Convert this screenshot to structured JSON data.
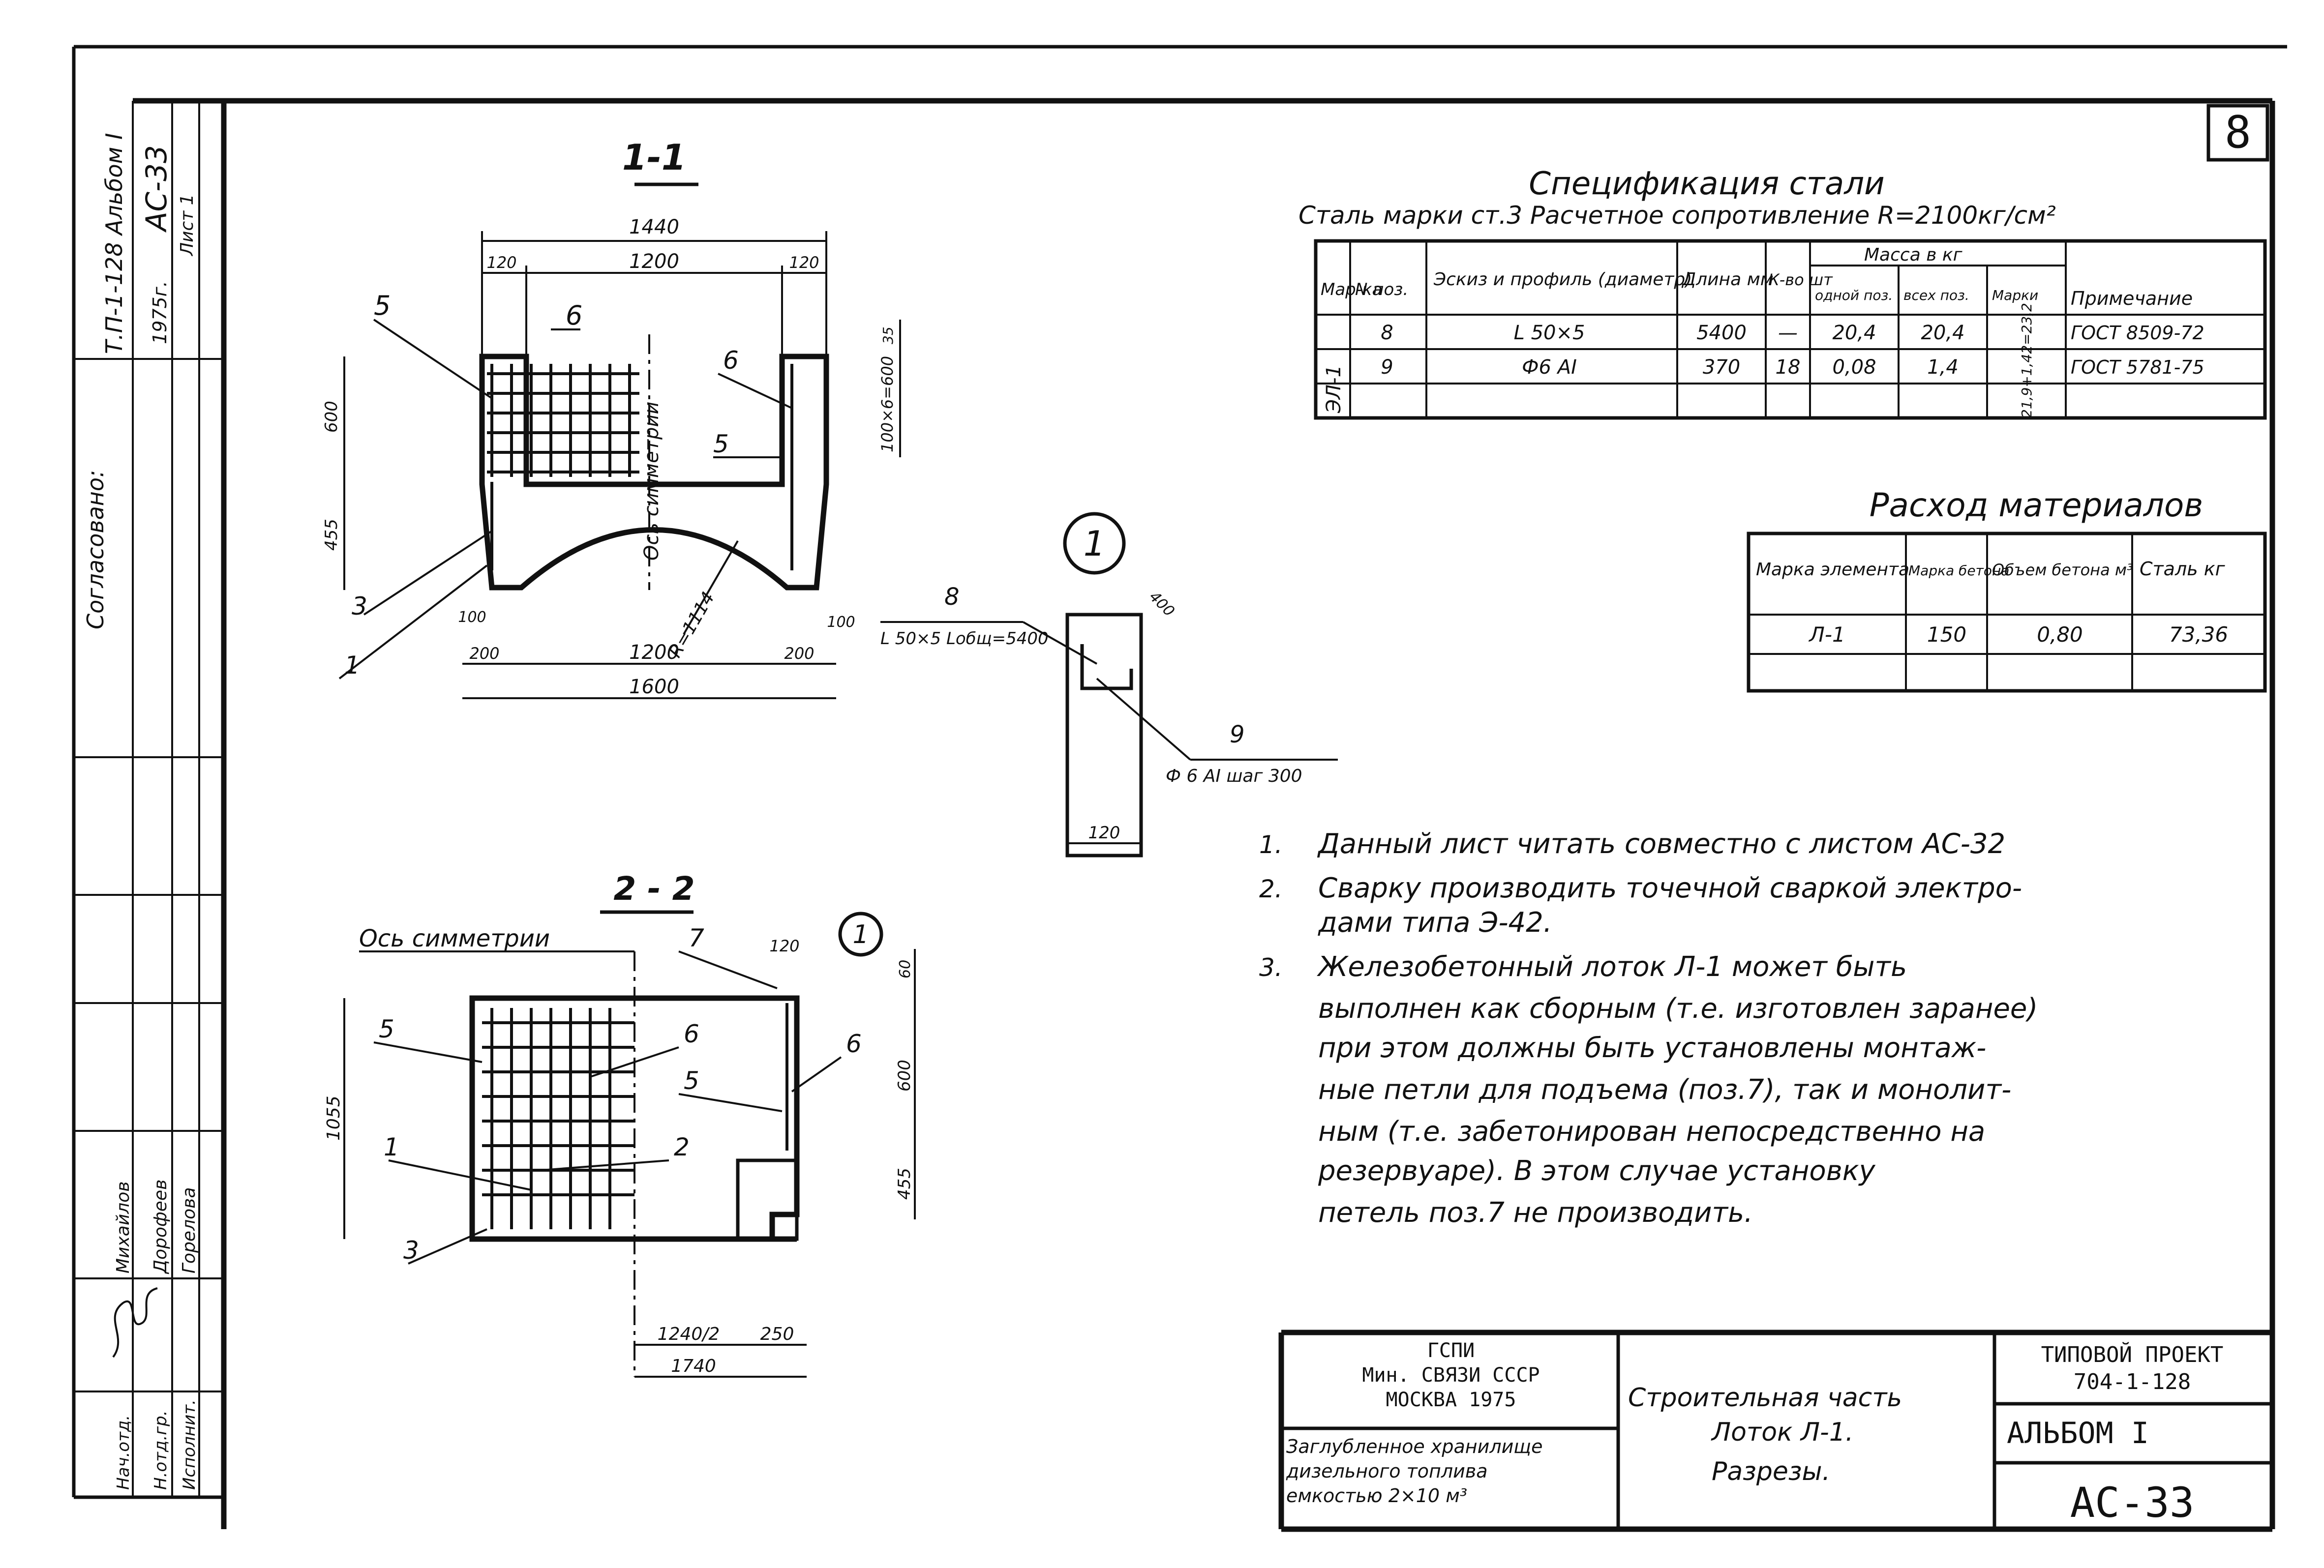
{
  "sheet_number": "8",
  "left_strip": {
    "album_ref": "Т.П-1-128 Альбом I",
    "sheet_code": "АС-33",
    "year_label": "1975г.",
    "approved_label": "Согласовано:",
    "sheet_label": "Лист 1",
    "signatures": [
      {
        "role": "Нач.отд.",
        "name": "Михайлов"
      },
      {
        "role": "Н.отд.гр.",
        "name": "Дорофеев"
      },
      {
        "role": "Исполнит.",
        "name": "Горелова"
      }
    ]
  },
  "section_1": {
    "title": "1-1",
    "dims": {
      "top_total": "1440",
      "top_inner": "1200",
      "left_small": "120",
      "right_small": "120",
      "bottom_total": "1600",
      "bottom_inner": "1200",
      "bottom_left": "200",
      "bottom_right": "200",
      "height_upper": "600",
      "height_lower": "455",
      "left_h": "100",
      "right_h": "100",
      "radius": "R=1114",
      "step_note": "100×6=600",
      "top_right": "35"
    },
    "axis_label": "Ось симметрии",
    "callouts": [
      "5",
      "6",
      "6",
      "5",
      "3",
      "1"
    ]
  },
  "detail": {
    "marker": "1",
    "pos8": "8",
    "pos8_label": "L 50×5 Lобщ=5400",
    "pos9": "9",
    "pos9_label": "Ф 6 АI шаг 300",
    "width": "120",
    "diag": "400"
  },
  "section_2": {
    "title": "2 - 2",
    "axis_label": "Ось симметрии",
    "dims": {
      "top_small": "120",
      "right_top": "60",
      "right_mid": "600",
      "right_low": "455",
      "left_height": "1055",
      "bottom_half": "1240/2",
      "bottom_right": "250",
      "bottom_total": "1740"
    },
    "callouts": [
      "7",
      "1",
      "5",
      "6",
      "5",
      "6",
      "1",
      "2",
      "3"
    ]
  },
  "spec_table": {
    "title": "Спецификация стали",
    "subtitle": "Сталь марки ст.3 Расчетное сопротивление R=2100кг/см²",
    "headers": [
      "Мар-ка",
      "N поз.",
      "Эскиз и профиль (диаметр)",
      "Длина мм",
      "К-во шт",
      "Масса в кг",
      "Примечание"
    ],
    "mass_sub": [
      "одной поз.",
      "всех поз.",
      "Марки"
    ],
    "mark": "ЭЛ-1",
    "mass_mark": "21,9+1,42=23,2",
    "rows": [
      {
        "pos": "8",
        "profile": "L 50×5",
        "length": "5400",
        "qty": "—",
        "m_one": "20,4",
        "m_all": "20,4",
        "note": "ГОСТ 8509-72"
      },
      {
        "pos": "9",
        "profile": "Ф6 АI",
        "length": "370",
        "qty": "18",
        "m_one": "0,08",
        "m_all": "1,4",
        "note": "ГОСТ 5781-75"
      }
    ]
  },
  "materials_table": {
    "title": "Расход материалов",
    "headers": [
      "Марка элемента",
      "Марка бетона",
      "Объем бетона м³",
      "Сталь кг"
    ],
    "rows": [
      {
        "element": "Л-1",
        "grade": "150",
        "volume": "0,80",
        "steel": "73,36"
      }
    ]
  },
  "notes": [
    {
      "num": "1.",
      "lines": [
        "Данный лист читать совместно с листом АС-32"
      ]
    },
    {
      "num": "2.",
      "lines": [
        "Сварку производить точечной сваркой электро-",
        "дами типа Э-42."
      ]
    },
    {
      "num": "3.",
      "lines": [
        "Железобетонный лоток Л-1 может быть",
        "выполнен как сборным (т.е. изготовлен заранее)",
        "при этом должны быть установлены монтаж-",
        "ные петли для подъема (поз.7), так и монолит-",
        "ным (т.е. забетонирован непосредственно на",
        "резервуаре). В этом случае установку",
        "петель поз.7 не производить."
      ]
    }
  ],
  "title_block": {
    "org": [
      "ГСПИ",
      "Мин. СВЯЗИ СССР",
      "МОСКВА 1975"
    ],
    "object": [
      "Заглубленное хранилище",
      "дизельного топлива",
      "емкостью 2×10 м³"
    ],
    "drawing": [
      "Строительная часть",
      "Лоток Л-1.",
      "Разрезы."
    ],
    "project_label": [
      "ТИПОВОЙ ПРОЕКТ",
      "704-1-128"
    ],
    "album": "АЛЬБОМ I",
    "code": "АС-33"
  }
}
